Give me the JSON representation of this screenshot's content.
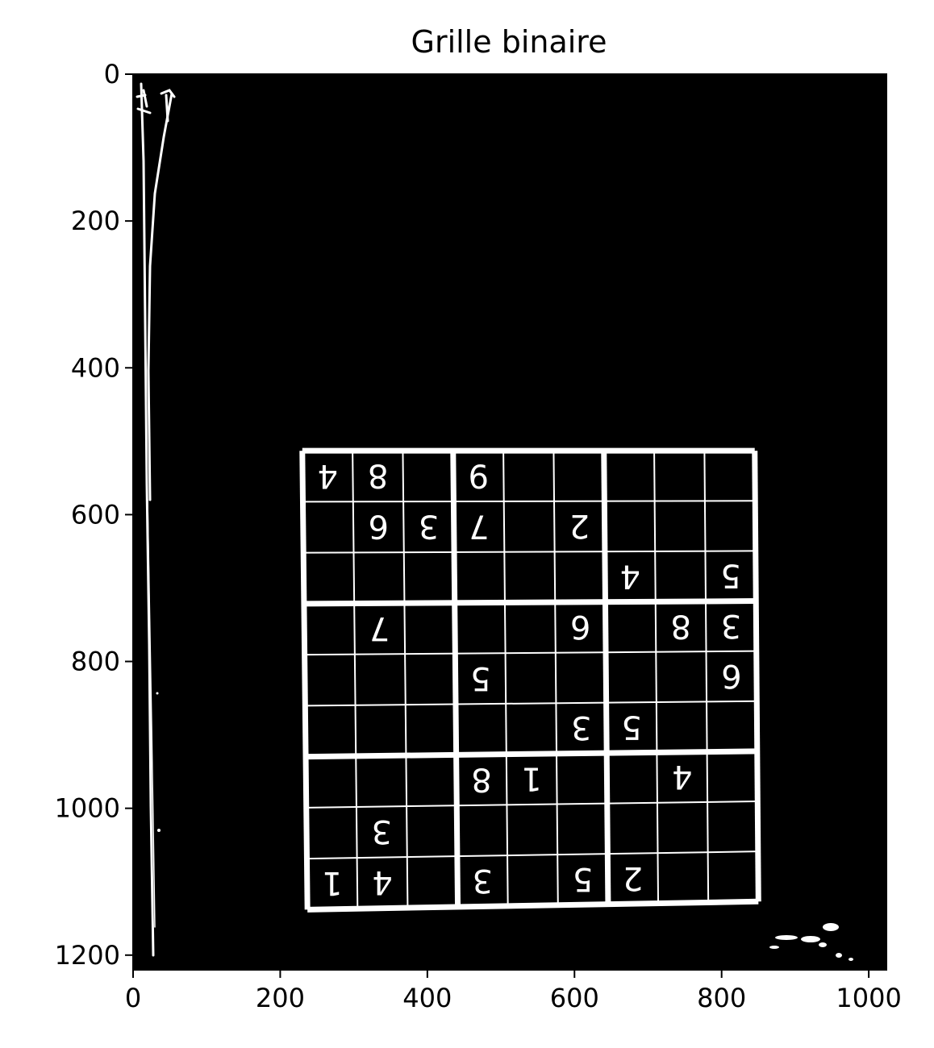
{
  "chart_data": {
    "type": "image",
    "title": "Grille binaire",
    "xlabel": "",
    "ylabel": "",
    "xlim": [
      0,
      1024
    ],
    "ylim": [
      1220,
      0
    ],
    "x_ticks": [
      0,
      200,
      400,
      600,
      800,
      1000
    ],
    "y_ticks": [
      0,
      200,
      400,
      600,
      800,
      1000,
      1200
    ],
    "x_tick_labels": [
      "0",
      "200",
      "400",
      "600",
      "800",
      "1000"
    ],
    "y_tick_labels": [
      "0",
      "200",
      "400",
      "600",
      "800",
      "1000",
      "1200"
    ],
    "grid": false,
    "colormap": "binary (black background, white foreground)",
    "image_content": {
      "sudoku_grid_corners": [
        [
          230,
          513
        ],
        [
          845,
          513
        ],
        [
          850,
          1127
        ],
        [
          237,
          1138
        ]
      ],
      "orientation": "rotated 180 degrees (digits appear upside down)",
      "cells_as_displayed": [
        [
          "4",
          "8",
          "",
          "9",
          "",
          "",
          "",
          "",
          ""
        ],
        [
          "",
          "6",
          "3",
          "7",
          "",
          "2",
          "",
          "",
          ""
        ],
        [
          "",
          "",
          "",
          "",
          "",
          "",
          "4",
          "",
          "5"
        ],
        [
          "",
          "7",
          "",
          "",
          "",
          "6",
          "",
          "8",
          "3"
        ],
        [
          "",
          "",
          "",
          "5",
          "",
          "",
          "",
          "",
          "6"
        ],
        [
          "",
          "",
          "",
          "",
          "",
          "3",
          "5",
          "",
          ""
        ],
        [
          "",
          "",
          "",
          "8",
          "1",
          "",
          "",
          "4",
          ""
        ],
        [
          "",
          "3",
          "",
          "",
          "",
          "",
          "",
          "",
          ""
        ],
        [
          "1",
          "4",
          "",
          "3",
          "",
          "5",
          "2",
          "",
          ""
        ]
      ]
    }
  }
}
